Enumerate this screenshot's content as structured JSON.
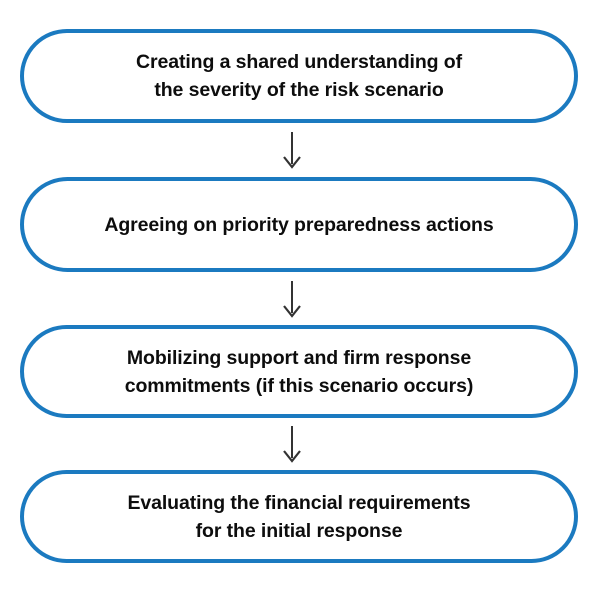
{
  "diagram": {
    "type": "vertical-flowchart",
    "orientation": "top-to-bottom",
    "accent_color": "#1b7ac0",
    "text_color": "#0d0d0d",
    "background_color": "#ffffff",
    "arrow_color": "#333333",
    "steps": [
      {
        "index": 1,
        "label": "Creating a shared understanding of\nthe severity of the risk scenario",
        "lines": [
          "Creating a shared understanding of",
          "the severity of the risk scenario"
        ]
      },
      {
        "index": 2,
        "label": "Agreeing on priority preparedness actions",
        "lines": [
          "Agreeing on priority preparedness actions"
        ]
      },
      {
        "index": 3,
        "label": "Mobilizing support and firm response\ncommitments (if this scenario occurs)",
        "lines": [
          "Mobilizing support and firm response",
          "commitments (if this scenario occurs)"
        ]
      },
      {
        "index": 4,
        "label": "Evaluating the financial requirements\nfor the initial response",
        "lines": [
          "Evaluating the financial requirements",
          "for the initial response"
        ]
      }
    ],
    "connectors": [
      {
        "from": 1,
        "to": 2,
        "icon": "arrow-down-icon"
      },
      {
        "from": 2,
        "to": 3,
        "icon": "arrow-down-icon"
      },
      {
        "from": 3,
        "to": 4,
        "icon": "arrow-down-icon"
      }
    ]
  }
}
